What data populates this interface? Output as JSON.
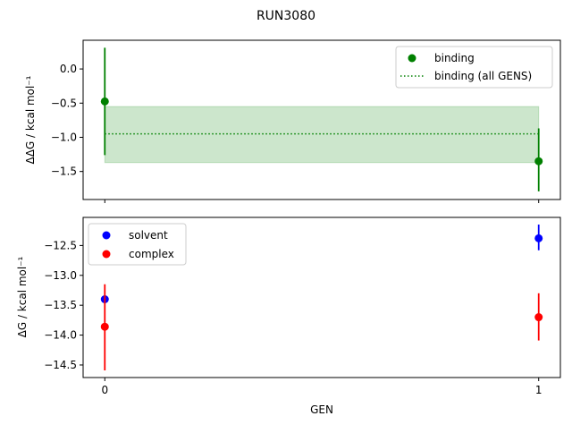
{
  "chart_data": [
    {
      "type": "scatter",
      "title": "RUN3080",
      "ylabel": "ΔΔG / kcal mol⁻¹",
      "xlim": [
        -0.05,
        1.05
      ],
      "ylim": [
        -1.91,
        0.42
      ],
      "yticks": [
        "0.0",
        "−0.5",
        "−1.0",
        "−1.5"
      ],
      "ytick_values": [
        0.0,
        -0.5,
        -1.0,
        -1.5
      ],
      "xticks": [
        0,
        1
      ],
      "legend": "top-right",
      "series": [
        {
          "name": "binding",
          "color": "#008000",
          "x": [
            0,
            1
          ],
          "y": [
            -0.475,
            -1.35
          ],
          "yerr_low": [
            -1.26,
            -1.79
          ],
          "yerr_high": [
            0.31,
            -0.87
          ]
        },
        {
          "name": "binding (all GENS)",
          "color": "#008000",
          "style": "dotted",
          "x": [
            0,
            1
          ],
          "y": [
            -0.95,
            -0.95
          ],
          "band": [
            -1.37,
            -0.55
          ]
        }
      ]
    },
    {
      "type": "scatter",
      "ylabel": "ΔG / kcal mol⁻¹",
      "xlabel": "GEN",
      "xlim": [
        -0.05,
        1.05
      ],
      "ylim": [
        -14.71,
        -12.03
      ],
      "yticks": [
        "−12.5",
        "−13.0",
        "−13.5",
        "−14.0",
        "−14.5"
      ],
      "ytick_values": [
        -12.5,
        -13.0,
        -13.5,
        -14.0,
        -14.5
      ],
      "xticks": [
        "0",
        "1"
      ],
      "xtick_values": [
        0,
        1
      ],
      "legend": "top-left",
      "series": [
        {
          "name": "solvent",
          "color": "#0000ff",
          "x": [
            0,
            1
          ],
          "y": [
            -13.4,
            -12.38
          ],
          "yerr_low": [
            -13.45,
            -12.58
          ],
          "yerr_high": [
            -13.35,
            -12.15
          ]
        },
        {
          "name": "complex",
          "color": "#ff0000",
          "x": [
            0,
            1
          ],
          "y": [
            -13.86,
            -13.7
          ],
          "yerr_low": [
            -14.59,
            -14.09
          ],
          "yerr_high": [
            -13.15,
            -13.3
          ]
        }
      ]
    }
  ]
}
